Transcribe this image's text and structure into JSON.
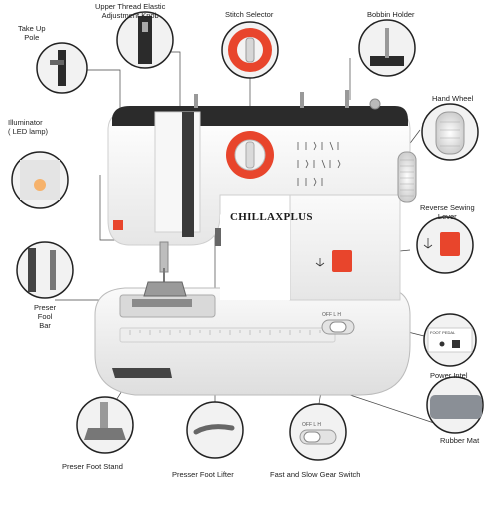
{
  "brand": "CHILLAXPLUS",
  "callouts": {
    "take_up_pole": "Take Up\nPole",
    "upper_thread": "Upper Thread Elastic\nAdjustment Knob",
    "stitch_selector": "Stitch Selector",
    "bobbin_holder": "Bobbin Holder",
    "hand_wheel": "Hand Wheel",
    "illuminator": "Illuminator\n( LED lamp)",
    "reverse_lever": "Reverse Sewing\nLever",
    "presser_foot_bar": "Preser\nFool\nBar",
    "power_inlet": "Power Intel",
    "presser_foot_stand": "Preser Foot Stand",
    "presser_foot_lifter": "Presser Foot Lifter",
    "speed_switch": "Fast and Slow Gear Switch",
    "rubber_mat": "Rubber Mat"
  },
  "switch_labels": {
    "off": "OFF",
    "l": "L",
    "h": "H"
  },
  "power_panel_label": "FOOT PEDAL",
  "colors": {
    "accent": "#e8452c",
    "body": "#f4f4f4",
    "top": "#2b2b2b",
    "callout_ring": "#222222"
  }
}
